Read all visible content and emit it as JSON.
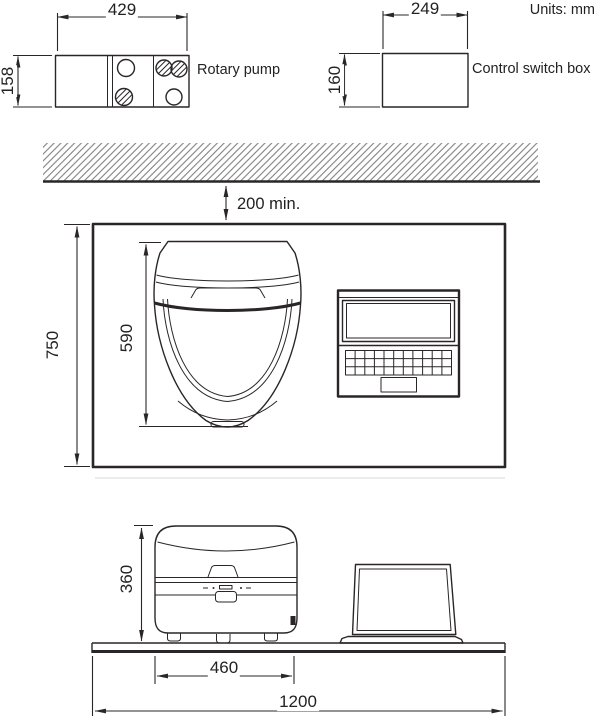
{
  "units_label": "Units: mm",
  "figures": {
    "rotary_pump": {
      "label": "Rotary pump",
      "width": "429",
      "height": "158"
    },
    "control_switch_box": {
      "label": "Control switch box",
      "width": "249",
      "height": "160"
    }
  },
  "top_view": {
    "wall_clearance": "200 min.",
    "table_depth": "750",
    "device_depth": "590"
  },
  "side_view": {
    "device_height": "360",
    "device_footprint_width": "460",
    "table_width": "1200"
  },
  "colors": {
    "line": "#2a2627",
    "hatch": "#7d7d7d",
    "background": "#ffffff",
    "text": "#242122"
  }
}
